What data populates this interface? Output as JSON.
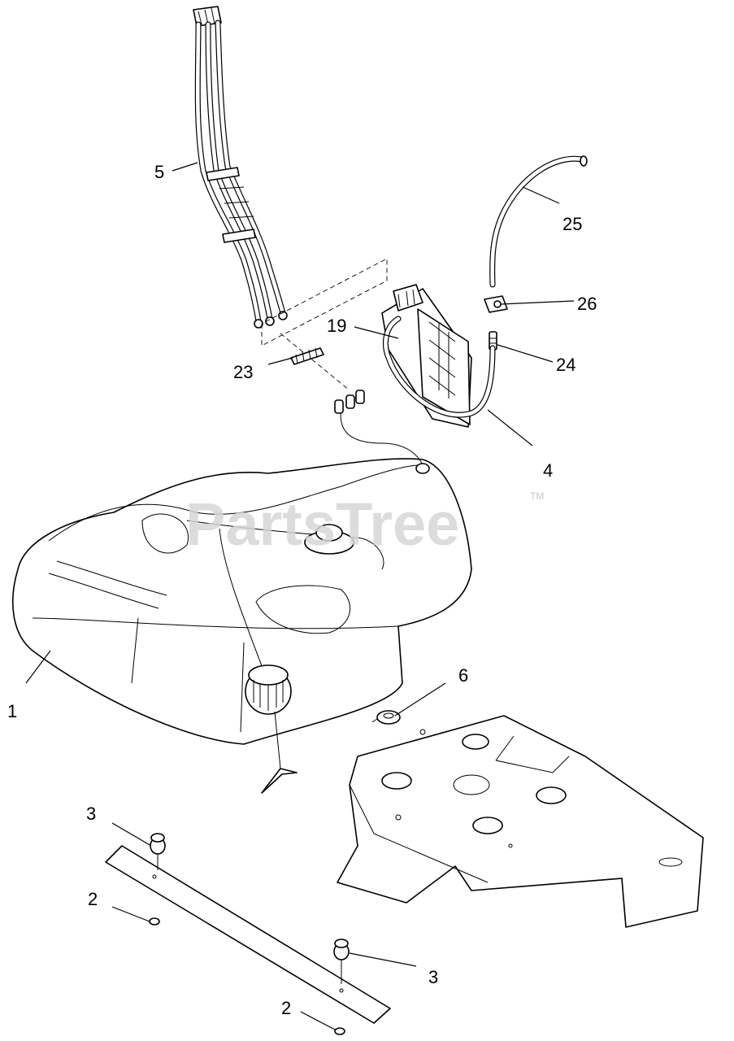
{
  "watermark": {
    "text": "PartsTree",
    "trademark": "TM"
  },
  "callouts": [
    {
      "id": "5",
      "label": "5"
    },
    {
      "id": "25",
      "label": "25"
    },
    {
      "id": "26",
      "label": "26"
    },
    {
      "id": "19",
      "label": "19"
    },
    {
      "id": "24",
      "label": "24"
    },
    {
      "id": "23",
      "label": "23"
    },
    {
      "id": "4",
      "label": "4"
    },
    {
      "id": "1",
      "label": "1"
    },
    {
      "id": "6",
      "label": "6"
    },
    {
      "id": "3a",
      "label": "3"
    },
    {
      "id": "2a",
      "label": "2"
    },
    {
      "id": "3b",
      "label": "3"
    },
    {
      "id": "2b",
      "label": "2"
    }
  ]
}
